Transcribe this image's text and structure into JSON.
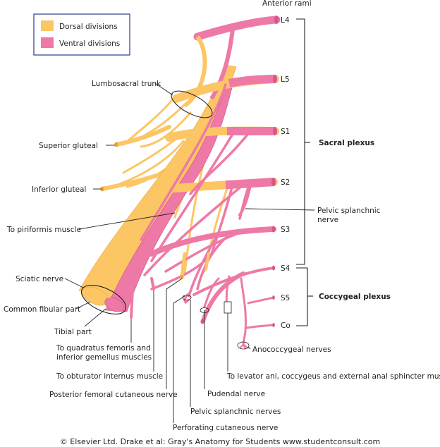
{
  "legend": {
    "dorsal": {
      "label": "Dorsal divisions",
      "color": "#fcc665"
    },
    "ventral": {
      "label": "Ventral divisions",
      "color": "#ee79a6"
    }
  },
  "rami": {
    "header": "Anterior rami",
    "l4": "L4",
    "l5": "L5",
    "s1": "S1",
    "s2": "S2",
    "s3": "S3",
    "s4": "S4",
    "s5": "S5",
    "co": "Co"
  },
  "plexus": {
    "sacral": "Sacral plexus",
    "coccygeal": "Coccygeal plexus"
  },
  "labels": {
    "lumbosacral_trunk": "Lumbosacral trunk",
    "superior_gluteal": "Superior gluteal",
    "inferior_gluteal": "Inferior gluteal",
    "piriformis": "To piriformis muscle",
    "sciatic": "Sciatic nerve",
    "common_fibular": "Common fibular part",
    "tibial": "Tibial part",
    "quadratus_1": "To quadratus femoris and",
    "quadratus_2": "inferior gemellus muscles",
    "obturator": "To obturator internus muscle",
    "post_femoral": "Posterior femoral cutaneous nerve",
    "pudendal": "Pudendal nerve",
    "pelvic_splanchnics": "Pelvic splanchnic nerves",
    "perforating": "Perforating cutaneous nerve",
    "pelvic_splanchnic_1": "Pelvic splanchnic",
    "pelvic_splanchnic_2": "nerve",
    "anococcygeal": "Anococcygeal nerves",
    "levator": "To levator ani, coccygeus and external anal sphincter muscles"
  },
  "caption": "© Elsevier Ltd. Drake et al: Gray's Anatomy for Students www.studentconsult.com"
}
